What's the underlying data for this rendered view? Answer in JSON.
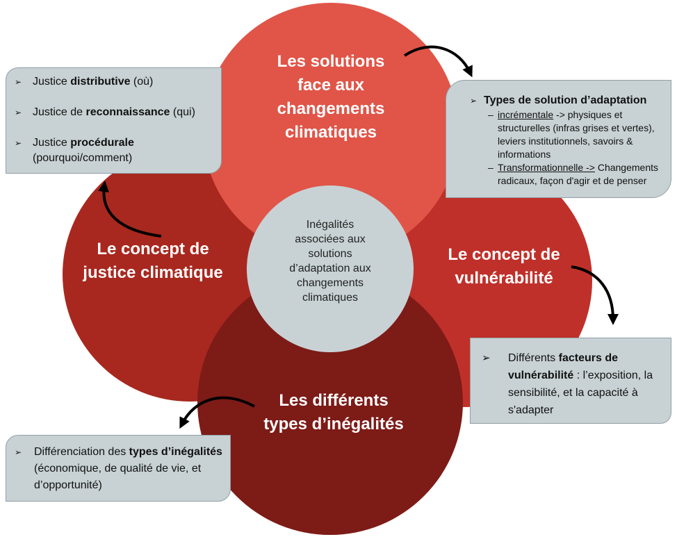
{
  "colors": {
    "top": "#e05548",
    "left": "#a8281f",
    "right": "#c0302a",
    "bottom": "#7d1b17",
    "center": "#c8d2d5",
    "box": "#c8d1d4"
  },
  "circles": {
    "top": {
      "title_lines": [
        "Les solutions",
        "face aux",
        "changements",
        "climatiques"
      ]
    },
    "left": {
      "title_lines": [
        "Le concept de",
        "justice climatique"
      ]
    },
    "right": {
      "title_lines": [
        "Le concept de",
        "vulnérabilité"
      ]
    },
    "bottom": {
      "title_lines": [
        "Les différents",
        "types d’inégalités"
      ]
    },
    "center": {
      "lines": [
        "Inégalités",
        "associées aux",
        "solutions",
        "d’adaptation aux",
        "changements",
        "climatiques"
      ]
    }
  },
  "boxes": {
    "justice": {
      "items": [
        {
          "pre": "Justice ",
          "bold": "distributive",
          "post": " (où)"
        },
        {
          "pre": "Justice de ",
          "bold": "reconnaissance",
          "post": " (qui)"
        },
        {
          "pre": "Justice ",
          "bold": "procédurale",
          "post": " (pourquoi/comment)"
        }
      ]
    },
    "solutions": {
      "heading": "Types de solution d’adaptation",
      "subitems": [
        {
          "underlined": "incrémentale",
          "rest": " -> physiques et structurelles (infras grises et vertes), leviers institutionnels, savoirs & informations"
        },
        {
          "underlined": "Transformationnelle ->",
          "rest": " Changements radicaux, façon d'agir et de penser"
        }
      ]
    },
    "vulnerabilite": {
      "pre": "Différents ",
      "bold": "facteurs de vulnérabilité",
      "post": " :  l’exposition, la sensibilité, et  la capacité à s'adapter"
    },
    "inegalites": {
      "pre": "Différenciation des ",
      "bold": "types d’inégalités",
      "post": " (économique, de qualité de vie,  et d’opportunité)"
    }
  },
  "icons": {
    "bullet": "➢",
    "dash": "–"
  }
}
